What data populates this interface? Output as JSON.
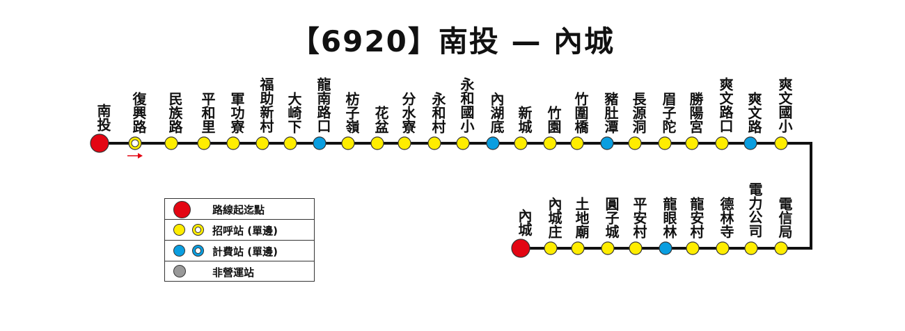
{
  "title": "【6920】南投 — 內城",
  "colors": {
    "terminal": "#e30613",
    "request": "#ffed00",
    "fare": "#0a9ee0",
    "nonservice": "#999999",
    "line": "#111111"
  },
  "upper_stops": [
    {
      "name": "南投",
      "type": "terminal"
    },
    {
      "name": "復興路",
      "type": "request-oneway"
    },
    {
      "name": "民族路",
      "type": "request"
    },
    {
      "name": "平和里",
      "type": "request"
    },
    {
      "name": "軍功寮",
      "type": "request"
    },
    {
      "name": "福助新村",
      "type": "request"
    },
    {
      "name": "大崎下",
      "type": "request"
    },
    {
      "name": "龍南路口",
      "type": "fare"
    },
    {
      "name": "枋子嶺",
      "type": "request"
    },
    {
      "name": "花盆",
      "type": "request"
    },
    {
      "name": "分水寮",
      "type": "request"
    },
    {
      "name": "永和村",
      "type": "request"
    },
    {
      "name": "永和國小",
      "type": "request"
    },
    {
      "name": "內湖底",
      "type": "fare"
    },
    {
      "name": "新城",
      "type": "request"
    },
    {
      "name": "竹園",
      "type": "request"
    },
    {
      "name": "竹圍橋",
      "type": "request"
    },
    {
      "name": "豬肚潭",
      "type": "fare"
    },
    {
      "name": "長源洞",
      "type": "request"
    },
    {
      "name": "眉子陀",
      "type": "request"
    },
    {
      "name": "勝陽宮",
      "type": "request"
    },
    {
      "name": "爽文路口",
      "type": "request"
    },
    {
      "name": "爽文路",
      "type": "fare"
    },
    {
      "name": "爽文國小",
      "type": "request"
    }
  ],
  "lower_stops": [
    {
      "name": "內城",
      "type": "terminal"
    },
    {
      "name": "內城庄",
      "type": "request"
    },
    {
      "name": "土地廟",
      "type": "request"
    },
    {
      "name": "圓子城",
      "type": "request"
    },
    {
      "name": "平安村",
      "type": "request"
    },
    {
      "name": "龍眼林",
      "type": "fare"
    },
    {
      "name": "龍安村",
      "type": "request"
    },
    {
      "name": "德林寺",
      "type": "request"
    },
    {
      "name": "電力公司",
      "type": "request"
    },
    {
      "name": "電信局",
      "type": "request"
    }
  ],
  "legend": [
    {
      "label": "路線起迄點",
      "icons": [
        "terminal"
      ]
    },
    {
      "label": "招呼站 (單邊)",
      "icons": [
        "request",
        "request-oneway"
      ]
    },
    {
      "label": "計費站 (單邊)",
      "icons": [
        "fare",
        "fare-oneway"
      ]
    },
    {
      "label": "非營運站",
      "icons": [
        "nonservice"
      ]
    }
  ]
}
